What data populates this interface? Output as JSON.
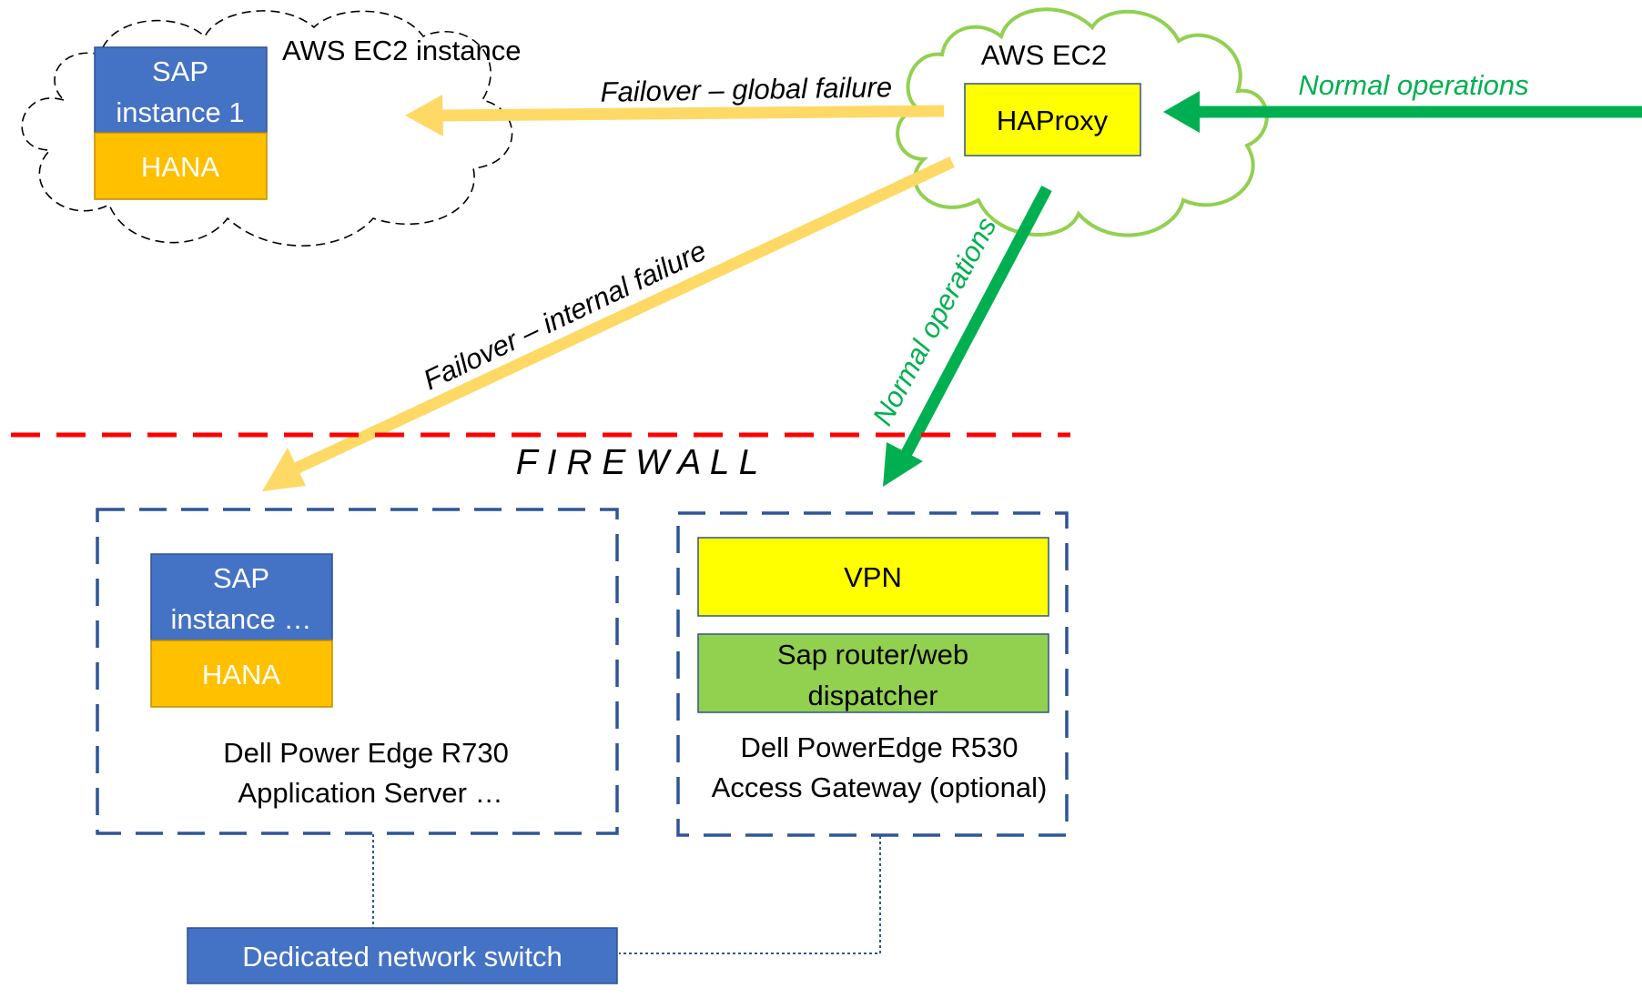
{
  "aws_instance": {
    "title": "AWS EC2 instance",
    "sap_line1": "SAP",
    "sap_line2": "instance 1",
    "hana": "HANA"
  },
  "aws_ec2": {
    "title": "AWS EC2",
    "haproxy": "HAProxy"
  },
  "arrows": {
    "failover_global": "Failover – global failure",
    "failover_internal": "Failover – internal failure",
    "normal_ops_incoming": "Normal operations",
    "normal_ops_down": "Normal operations"
  },
  "firewall": {
    "label": "F I R E W A L L"
  },
  "app_server": {
    "sap_line1": "SAP",
    "sap_line2": "instance …",
    "hana": "HANA",
    "caption_line1": "Dell Power Edge R730",
    "caption_line2": "Application Server …"
  },
  "gateway": {
    "vpn": "VPN",
    "router_line1": "Sap router/web",
    "router_line2": "dispatcher",
    "caption_line1": "Dell PowerEdge R530",
    "caption_line2": "Access Gateway (optional)"
  },
  "switch": {
    "label": "Dedicated network switch"
  },
  "colors": {
    "sap_blue": "#4472C4",
    "hana_orange": "#FFC000",
    "haproxy_yellow": "#FFFF00",
    "router_green": "#92D050",
    "failover_arrow": "#FFD966",
    "normal_arrow": "#00B050",
    "firewall_red": "#FF0000",
    "server_border": "#2F5597",
    "cloud_green": "#92D050"
  }
}
